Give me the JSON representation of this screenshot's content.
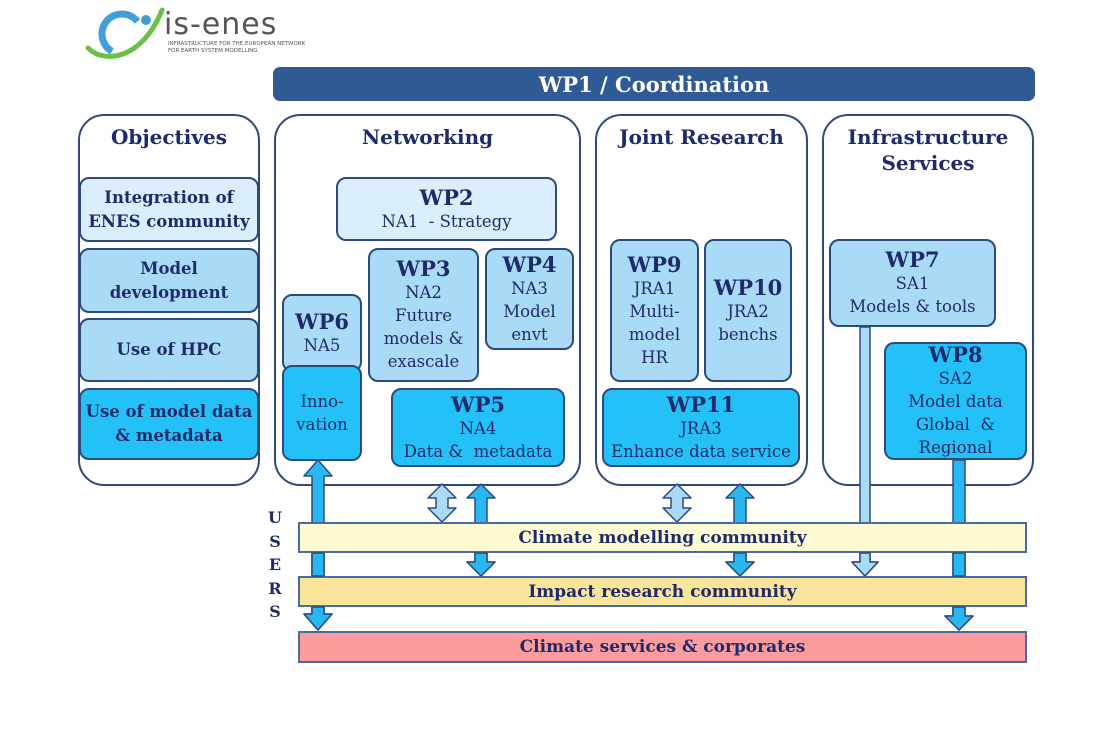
{
  "logo": {
    "name": "is-enes",
    "tagline_line1": "INFRASTRUCTURE FOR THE EUROPEAN NETWORK",
    "tagline_line2": "FOR EARTH SYSTEM MODELLING"
  },
  "coordination": {
    "label": "WP1 / Coordination"
  },
  "panels": {
    "objectives": {
      "title": "Objectives",
      "items": [
        {
          "line1": "Integration of",
          "line2": "ENES community"
        },
        {
          "line1": "Model",
          "line2": "development"
        },
        {
          "line1": "Use of HPC"
        },
        {
          "line1": "Use of model data",
          "line2": "& metadata"
        }
      ]
    },
    "networking": {
      "title": "Networking",
      "wp2": {
        "title": "WP2",
        "line1": "NA1  - Strategy"
      },
      "wp3": {
        "title": "WP3",
        "line1": "NA2",
        "line2": "Future",
        "line3": "models &",
        "line4": "exascale"
      },
      "wp4": {
        "title": "WP4",
        "line1": "NA3",
        "line2": "Model",
        "line3": "envt"
      },
      "wp6": {
        "title": "WP6",
        "line1": "NA5",
        "line2": "Inno-",
        "line3": "vation"
      },
      "wp5": {
        "title": "WP5",
        "line1": "NA4",
        "line2": "Data &  metadata"
      }
    },
    "joint_research": {
      "title": "Joint Research",
      "wp9": {
        "title": "WP9",
        "line1": "JRA1",
        "line2": "Multi-",
        "line3": "model",
        "line4": "HR"
      },
      "wp10": {
        "title": "WP10",
        "line1": "JRA2",
        "line2": "benchs"
      },
      "wp11": {
        "title": "WP11",
        "line1": "JRA3",
        "line2": "Enhance data service"
      }
    },
    "infrastructure": {
      "title_line1": "Infrastructure",
      "title_line2": "Services",
      "wp7": {
        "title": "WP7",
        "line1": "SA1",
        "line2": "Models & tools"
      },
      "wp8": {
        "title": "WP8",
        "line1": "SA2",
        "line2": "Model data",
        "line3": "Global  &",
        "line4": "Regional"
      }
    }
  },
  "users_label": [
    "U",
    "S",
    "E",
    "R",
    "S"
  ],
  "communities": {
    "climate_modelling": "Climate modelling community",
    "impact_research": "Impact research community",
    "climate_services": "Climate services & corporates"
  },
  "colors": {
    "coordination_bar": "#2f5a94",
    "light_box": "#dbeefb",
    "medium_box": "#a9dbf7",
    "bright_box": "#23c1f7",
    "band_yellow_light": "#fdfbd2",
    "band_yellow": "#fbe59a",
    "band_pink": "#fc9c9c"
  }
}
